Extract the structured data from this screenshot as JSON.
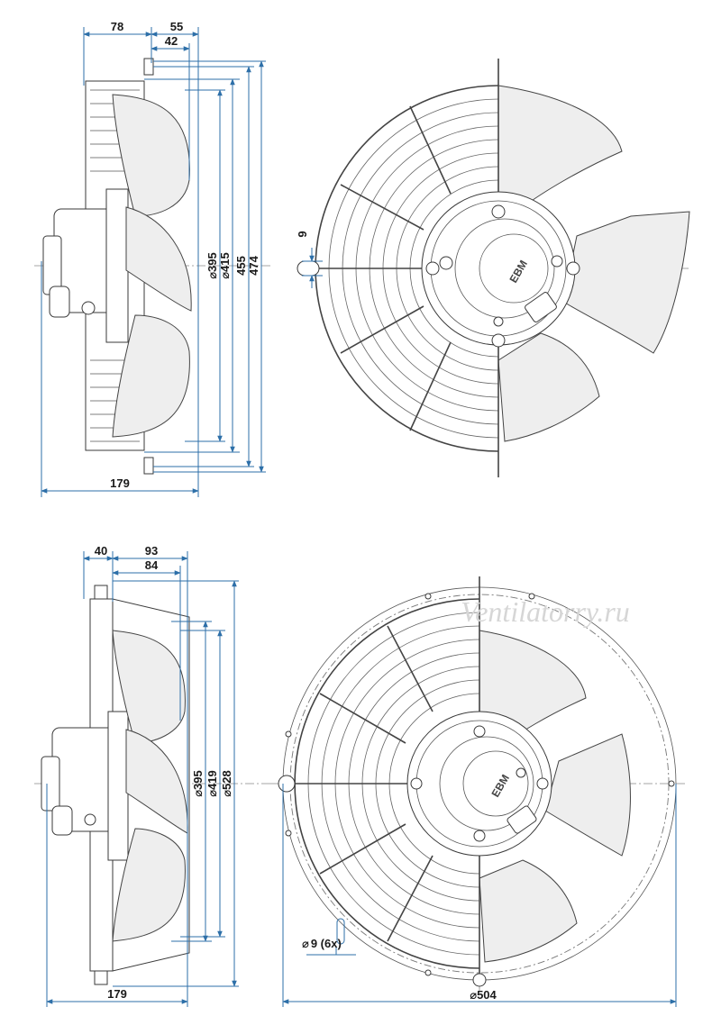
{
  "top_side_view": {
    "dim_78": "78",
    "dim_55": "55",
    "dim_42": "42",
    "dim_d395": "395",
    "dim_d415": "415",
    "dim_d455": "455",
    "dim_d474": "474",
    "dim_179": "179"
  },
  "top_front_view": {
    "dim_9": "9",
    "brand": "EBM"
  },
  "bottom_side_view": {
    "dim_40": "40",
    "dim_93": "93",
    "dim_84": "84",
    "dim_d395": "395",
    "dim_d419": "419",
    "dim_d528": "528",
    "dim_179": "179"
  },
  "bottom_front_view": {
    "dim_hole": "9 (6x)",
    "dim_d504": "504",
    "brand": "EBM"
  },
  "diameter_symbol": "⌀",
  "watermark": "Ventilatorry.ru",
  "colors": {
    "dimension_line": "#2d6fa8",
    "outline": "#3a3a3a",
    "watermark": "#d6d6d6"
  }
}
